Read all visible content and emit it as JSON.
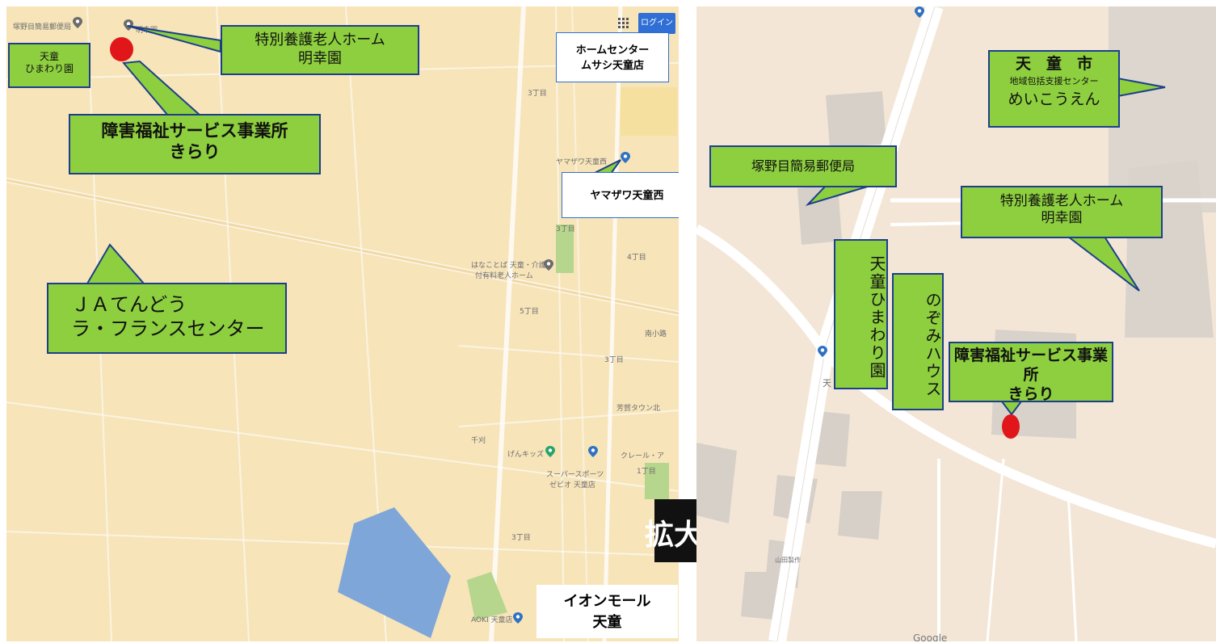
{
  "left_map": {
    "place_labels": {
      "tsukano_kanihi": "塚野目簡易郵便局",
      "meiko_en": "明幸園",
      "chome_3a": "3丁目",
      "yamazawa_map": "ヤマザワ天童西",
      "chome_3b": "3丁目",
      "hanakotoba": "はなことば 天童・介護",
      "hanakotoba2": "付有料老人ホーム",
      "chome_4": "4丁目",
      "chome_5": "5丁目",
      "minami": "南小路",
      "chome_3c": "3丁目",
      "houen_town": "芳賀タウン北",
      "chiba": "千刈",
      "genki_kids": "げんキッズ",
      "creel": "クレール・ア",
      "superstore": "スーパースポーツ",
      "superstore2": "ゼビオ 天童店",
      "chome_1": "1丁目",
      "chome_3d": "3丁目",
      "aoki": "AOKI 天童店"
    },
    "login_button": "ログイン",
    "callouts": {
      "tokubetsu": [
        "特別養護老人ホーム",
        "明幸園"
      ],
      "himawari": [
        "天童",
        "ひまわり園"
      ],
      "kirari": [
        "障害福祉サービス事業所",
        "きらり"
      ],
      "ja": [
        "ＪＡてんどう",
        "ラ・フランスセンター"
      ]
    },
    "label_boxes": {
      "home_center": [
        "ホームセンター",
        "ムサシ天童店"
      ],
      "yamazawa": "ヤマザワ天童西",
      "aeon": [
        "イオンモール",
        "天童"
      ]
    }
  },
  "arrow_label": "拡大",
  "right_map": {
    "callouts": {
      "tendo_city": [
        "天　童　市",
        "地域包括支援センター",
        "めいこうえん"
      ],
      "post_office": "塚野目簡易郵便局",
      "tokubetsu": [
        "特別養護老人ホーム",
        "明幸園"
      ],
      "himawari": "天童ひまわり園",
      "nozomi": "のぞみハウス",
      "kirari": [
        "障害福祉サービス事業所",
        "きらり"
      ]
    },
    "map_text": {
      "tendo_partial": "天",
      "yamada": "山田製作",
      "google": "Google"
    }
  },
  "colors": {
    "callout_green": "#8dcf3f",
    "callout_border": "#1d3f8a",
    "marker_red": "#e0161a",
    "left_map_bg": "#f7e4b9",
    "right_map_bg": "#f3e6d6"
  }
}
